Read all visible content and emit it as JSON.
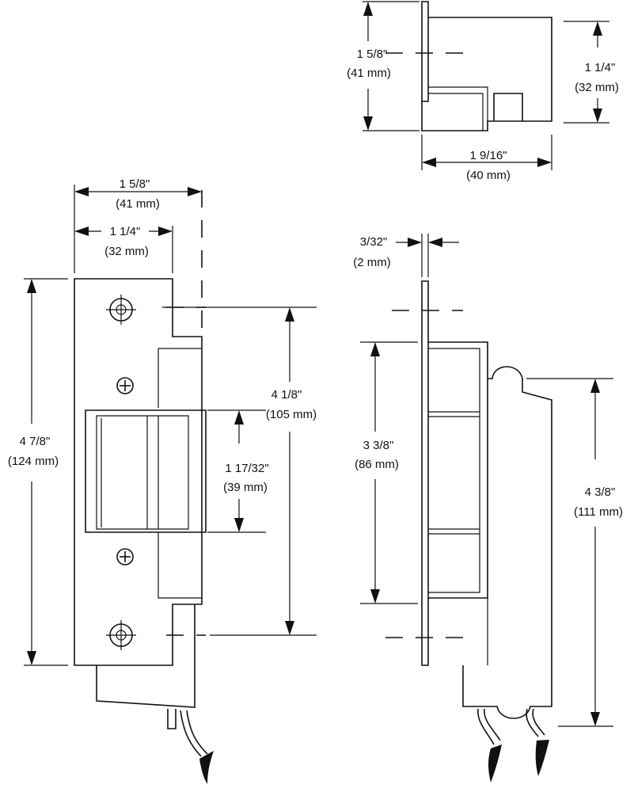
{
  "dimensions": {
    "side_height_in": "1 5/8\"",
    "side_height_mm": "(41 mm)",
    "side_inner_height_in": "1 1/4\"",
    "side_inner_height_mm": "(32 mm)",
    "side_depth_in": "1 9/16\"",
    "side_depth_mm": "(40 mm)",
    "front_width_in": "1 5/8\"",
    "front_width_mm": "(41 mm)",
    "front_inner_width_in": "1 1/4\"",
    "front_inner_width_mm": "(32 mm)",
    "front_height_in": "4 7/8\"",
    "front_height_mm": "(124 mm)",
    "hole_spacing_in": "4 1/8\"",
    "hole_spacing_mm": "(105 mm)",
    "keeper_height_in": "1 17/32\"",
    "keeper_height_mm": "(39 mm)",
    "plate_thickness_in": "3/32\"",
    "plate_thickness_mm": "(2 mm)",
    "body_height_in": "3 3/8\"",
    "body_height_mm": "(86 mm)",
    "overall_body_in": "4 3/8\"",
    "overall_body_mm": "(111 mm)"
  }
}
